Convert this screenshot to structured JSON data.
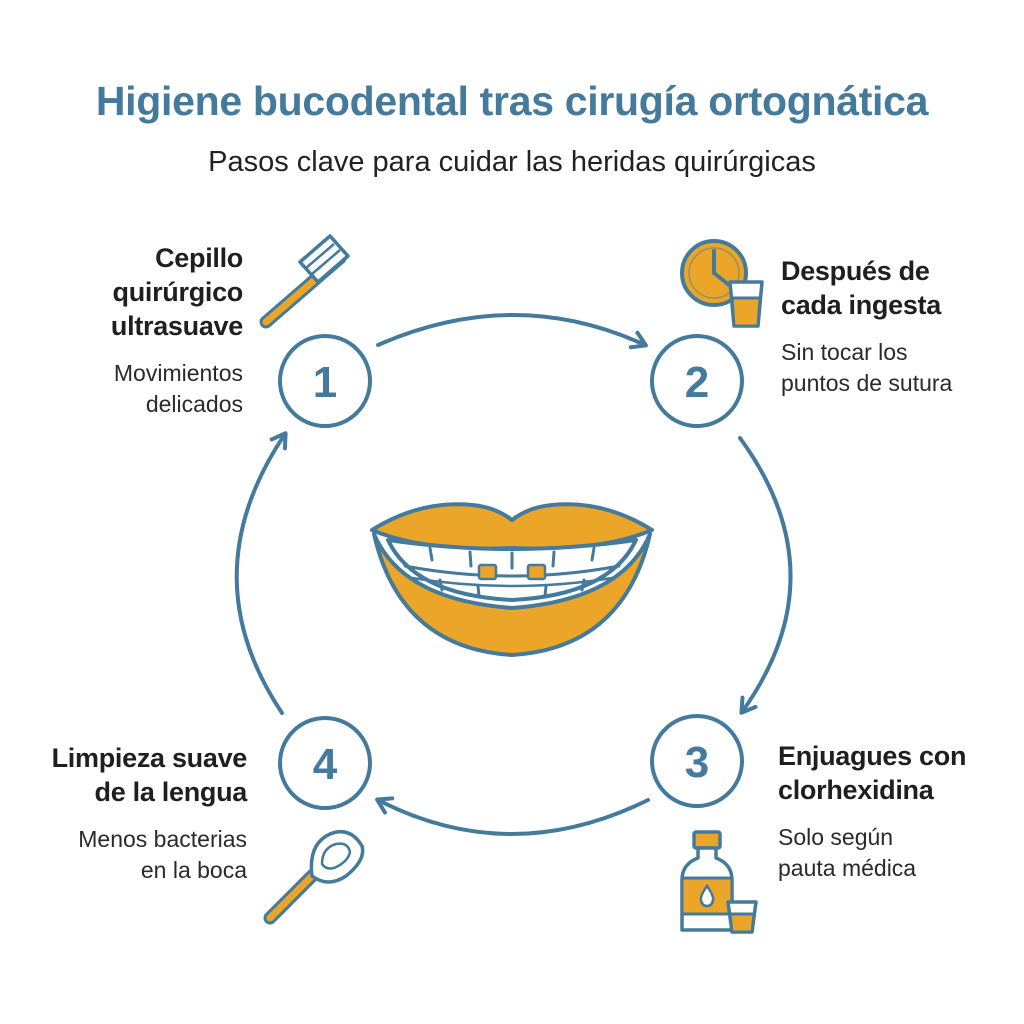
{
  "header": {
    "title": "Higiene bucodental tras cirugía ortognática",
    "subtitle": "Pasos clave para cuidar las heridas quirúrgicas"
  },
  "colors": {
    "primary": "#447a9c",
    "accent": "#eba629",
    "text": "#1f1f1f"
  },
  "center": {
    "icon": "smiling-mouth-with-braces-icon"
  },
  "steps": [
    {
      "number": "1",
      "title_lines": [
        "Cepillo",
        "quirúrgico",
        "ultrasuave"
      ],
      "desc_lines": [
        "Movimientos",
        "delicados"
      ],
      "icon": "toothbrush-icon"
    },
    {
      "number": "2",
      "title_lines": [
        "Después de",
        "cada ingesta"
      ],
      "desc_lines": [
        "Sin tocar los",
        "puntos de sutura"
      ],
      "icon": "clock-and-glass-icon"
    },
    {
      "number": "3",
      "title_lines": [
        "Enjuagues con",
        "clorhexidina"
      ],
      "desc_lines": [
        "Solo según",
        "pauta médica"
      ],
      "icon": "mouthwash-bottle-icon"
    },
    {
      "number": "4",
      "title_lines": [
        "Limpieza suave",
        "de la lengua"
      ],
      "desc_lines": [
        "Menos bacterias",
        "en la boca"
      ],
      "icon": "tongue-scraper-icon"
    }
  ]
}
